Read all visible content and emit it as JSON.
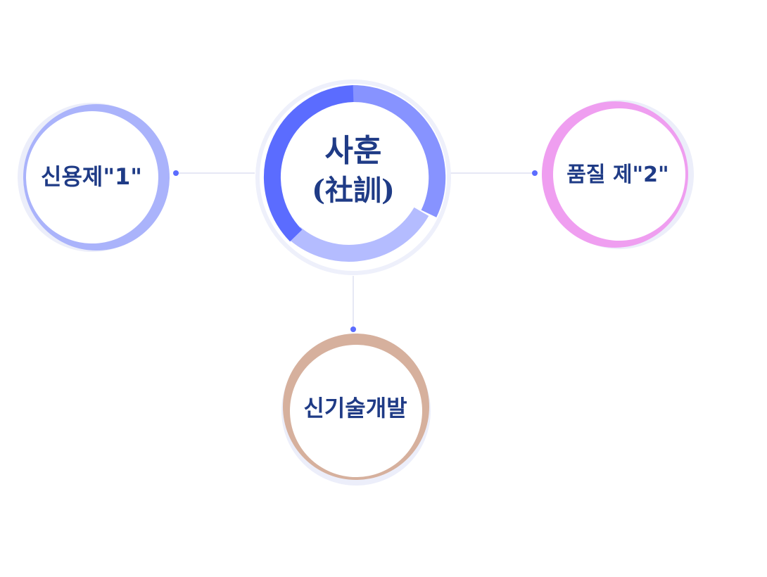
{
  "center": {
    "title": "사훈",
    "subtitle": "(社訓)"
  },
  "nodes": {
    "left": "신용제\"1\"",
    "right": "품질 제\"2\"",
    "bottom": "신기술개발"
  },
  "colors": {
    "text": "#1f3b86",
    "ring_main": "#5b6cff",
    "ring_mid": "#8793ff",
    "ring_light": "#b4bcff",
    "left_accent": "#aab3fb",
    "right_accent": "#ef9ef0",
    "bottom_accent": "#d6b09d",
    "connector": "#e6e8f5",
    "dot": "#5b6cff"
  }
}
